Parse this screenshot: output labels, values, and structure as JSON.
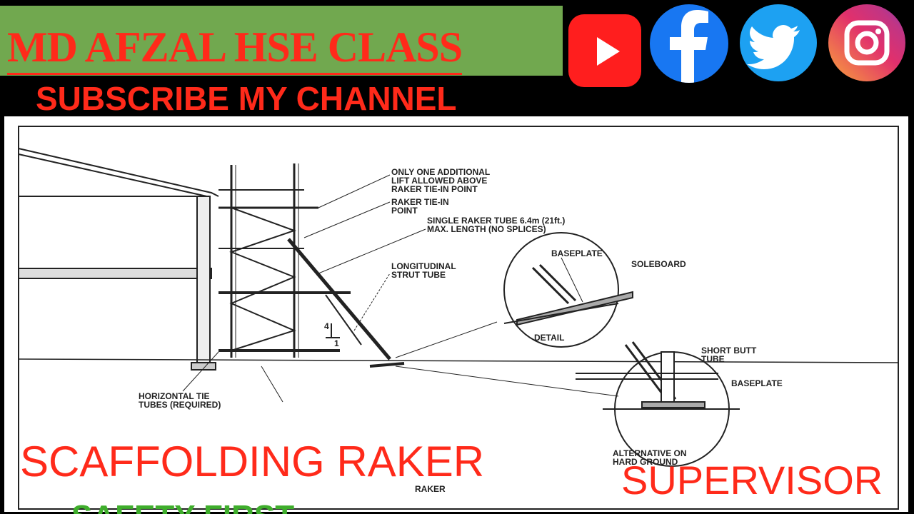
{
  "banner": {
    "title": "MD AFZAL HSE CLASS",
    "subtitle": "SUBSCRIBE MY CHANNEL",
    "background_color": "#71a84f",
    "text_color": "#ff2a1a"
  },
  "social_icons": [
    "youtube-icon",
    "facebook-icon",
    "twitter-icon",
    "instagram-icon"
  ],
  "diagram": {
    "labels": {
      "additional_lift_1": "ONLY ONE ADDITIONAL",
      "additional_lift_2": "LIFT ALLOWED ABOVE",
      "additional_lift_3": "RAKER TIE-IN POINT",
      "tie_in_1": "RAKER TIE-IN",
      "tie_in_2": "POINT",
      "single_raker_1": "SINGLE RAKER TUBE 6.4m (21ft.)",
      "single_raker_2": "MAX. LENGTH (NO SPLICES)",
      "strut_1": "LONGITUDINAL",
      "strut_2": "STRUT TUBE",
      "baseplate_top": "BASEPLATE",
      "soleboard": "SOLEBOARD",
      "detail": "DETAIL",
      "short_butt_1": "SHORT BUTT",
      "short_butt_2": "TUBE",
      "baseplate_bottom": "BASEPLATE",
      "horizontal_tie_1": "HORIZONTAL TIE",
      "horizontal_tie_2": "TUBES (REQUIRED)",
      "alternative_1": "ALTERNATIVE ON",
      "alternative_2": "HARD GROUND",
      "ratio_top": "4",
      "ratio_bottom": "1",
      "raker": "RAKER"
    }
  },
  "captions": {
    "left": "SCAFFOLDING RAKER",
    "right": "SUPERVISOR",
    "partial_bottom": "SAFETY FIRST"
  }
}
